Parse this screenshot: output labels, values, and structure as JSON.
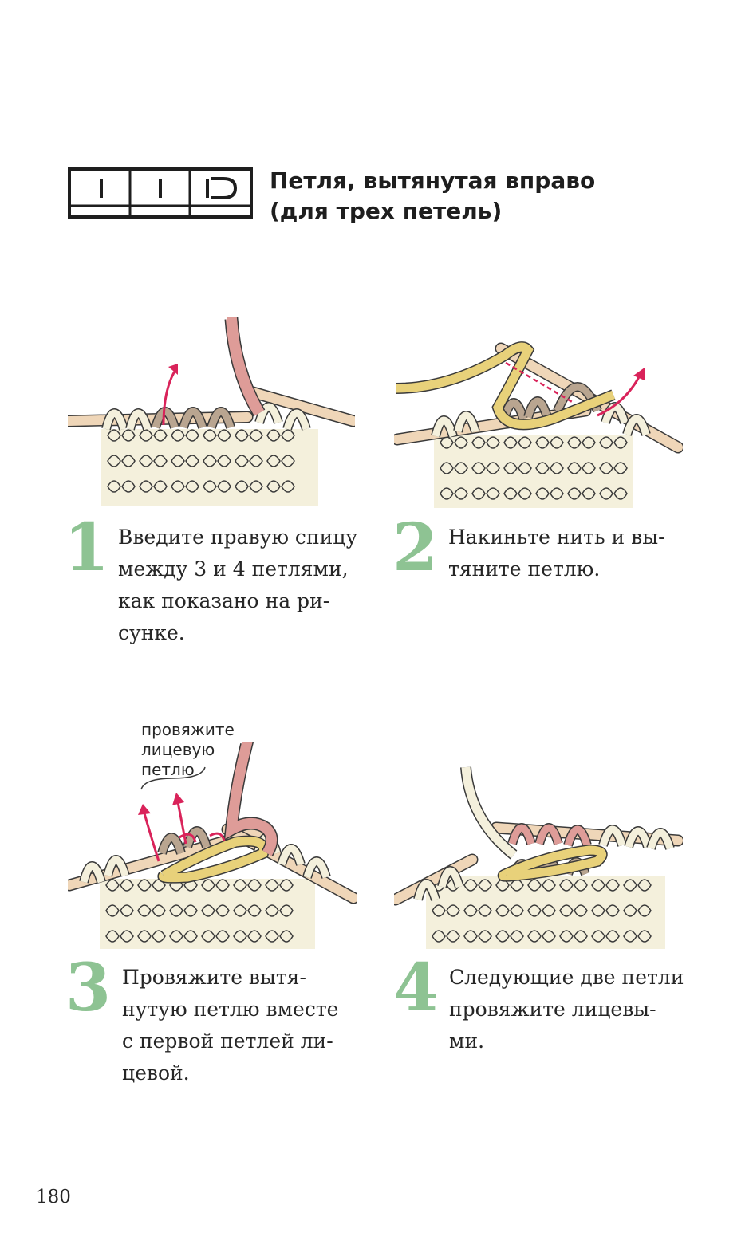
{
  "heading": {
    "line1": "Петля, вытянутая вправо",
    "line2": "(для трех петель)"
  },
  "steps": [
    {
      "number": "1",
      "lines": [
        "Введите правую спицу",
        "между 3 и 4 петлями,",
        "как показано на ри-",
        "сунке."
      ]
    },
    {
      "number": "2",
      "lines": [
        "Накиньте нить и вы-",
        "тяните петлю."
      ]
    },
    {
      "number": "3",
      "lines": [
        "Провяжите вытя-",
        "нутую петлю вместе",
        "с первой петлей ли-",
        "цевой."
      ]
    },
    {
      "number": "4",
      "lines": [
        "Следующие две петли",
        "провяжите лицевы-",
        "ми."
      ]
    }
  ],
  "callout": {
    "lines": [
      "провяжите",
      "лицевую",
      "петлю"
    ]
  },
  "page_number": "180",
  "colors": {
    "step_number": "#8ec393",
    "yarn_cream": "#f4f0dc",
    "yarn_outline": "#3a3a3a",
    "needle": "#efd6b8",
    "loop_brown": "#b9a590",
    "yarn_yellow": "#e8d17a",
    "yarn_pink": "#de9c98",
    "arrow": "#d9235a"
  }
}
